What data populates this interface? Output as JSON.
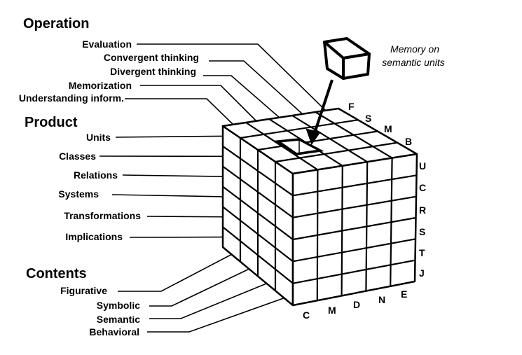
{
  "headings": {
    "operation": "Operation",
    "product": "Product",
    "contents": "Contents"
  },
  "operations": [
    "Evaluation",
    "Convergent thinking",
    "Divergent thinking",
    "Memorization",
    "Understanding inform."
  ],
  "products": [
    "Units",
    "Classes",
    "Relations",
    "Systems",
    "Transformations",
    "Implications"
  ],
  "contents": [
    "Figurative",
    "Symbolic",
    "Semantic",
    "Behavioral"
  ],
  "callout": {
    "line1": "Memory on",
    "line2": "semantic units"
  },
  "cube_letters": {
    "product_side": [
      "U",
      "C",
      "R",
      "S",
      "T",
      "J"
    ],
    "operation_bottom": [
      "C",
      "M",
      "D",
      "N",
      "E"
    ],
    "content_top": [
      "F",
      "S",
      "M",
      "B"
    ]
  }
}
